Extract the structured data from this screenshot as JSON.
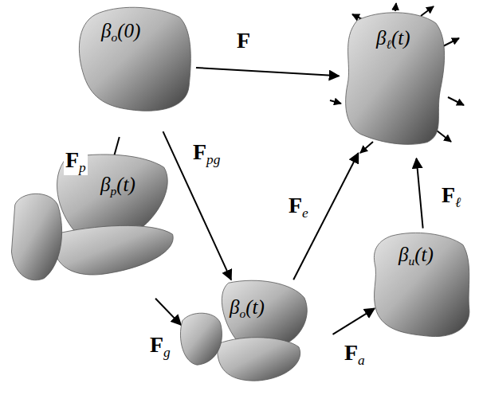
{
  "diagram": {
    "nodes": [
      {
        "text": [
          "βo(0)"
        ]
      },
      {
        "text": [
          "βℓ(t)"
        ]
      },
      {
        "text": [
          "βp(t)"
        ]
      },
      {
        "text": [
          "βo(t)"
        ]
      },
      {
        "text": [
          "βu(t)"
        ]
      }
    ],
    "edges": [
      {
        "from": 0,
        "to": 1,
        "label": "F",
        "arrow": "to"
      },
      {
        "from": 0,
        "to": 2,
        "label": "Fp",
        "arrow": "to"
      },
      {
        "from": 0,
        "to": 3,
        "label": "Fpg",
        "arrow": "to"
      },
      {
        "from": 2,
        "to": 3,
        "label": "Fg",
        "arrow": "to"
      },
      {
        "from": 3,
        "to": 1,
        "label": "Fe",
        "arrow": "to"
      },
      {
        "from": 3,
        "to": 4,
        "label": "Fa",
        "arrow": "to"
      },
      {
        "from": 4,
        "to": 1,
        "label": "Fℓ",
        "arrow": "to"
      }
    ]
  }
}
